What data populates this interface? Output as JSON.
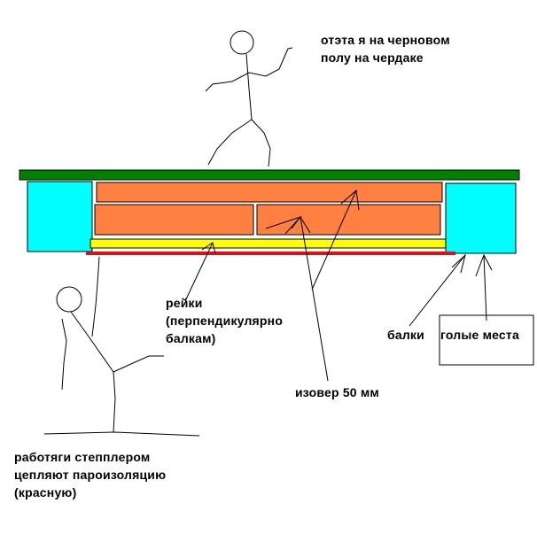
{
  "labels": {
    "top_person_line1": "отэта я на черновом",
    "top_person_line2": "полу на чердаке",
    "slats_line1": "рейки",
    "slats_line2": "(перпендикулярно",
    "slats_line3": "балкам)",
    "beams": "балки",
    "bare_spots": "голые места",
    "insulation": "изовер 50 мм",
    "workers_line1": "работяги степплером",
    "workers_line2": "цепляют пароизоляцию",
    "workers_line3": "(красную)"
  },
  "colors": {
    "subfloor": "#008000",
    "beam": "#00FFFF",
    "insulation": "#FF8040",
    "slats": "#FFFF00",
    "vapor_barrier": "#E01010"
  }
}
